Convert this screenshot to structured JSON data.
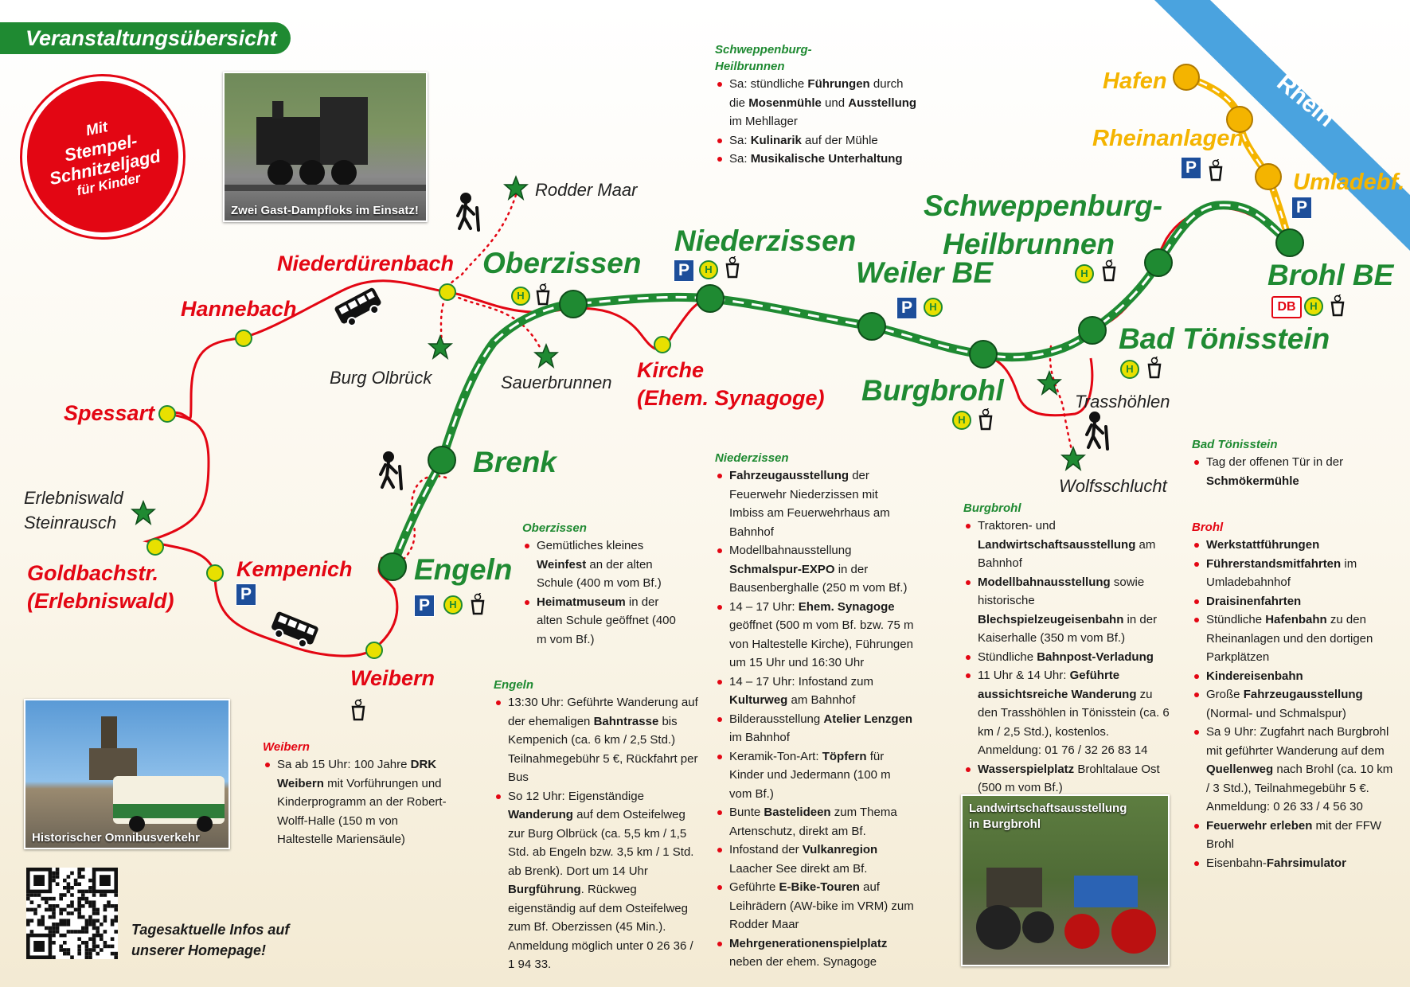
{
  "header": {
    "title": "Veranstaltungsübersicht"
  },
  "stamp": {
    "lines": [
      "Mit",
      "Stempel-",
      "Schnitzeljagd",
      "für Kinder"
    ]
  },
  "photos": {
    "steam": "Zwei Gast-Dampfloks im Einsatz!",
    "bus": "Historischer Omnibusverkehr",
    "tractor_1": "Landwirtschaftsausstellung",
    "tractor_2": "in Burgbrohl"
  },
  "river": {
    "name": "Rhein"
  },
  "stations_green": {
    "oberzissen": "Oberzissen",
    "niederzissen": "Niederzissen",
    "weiler": "Weiler BE",
    "schwepp_1": "Schweppenburg-",
    "schwepp_2": "Heilbrunnen",
    "brohl": "Brohl BE",
    "bad_toenisstein": "Bad Tönisstein",
    "burgbrohl": "Burgbrohl",
    "brenk": "Brenk",
    "engeln": "Engeln"
  },
  "stations_yellow": {
    "hafen": "Hafen",
    "rheinanlagen": "Rheinanlagen",
    "umladebf": "Umladebf."
  },
  "stops_red": {
    "niederduerenbach": "Niederdürenbach",
    "hannebach": "Hannebach",
    "spessart": "Spessart",
    "goldbach_1": "Goldbachstr.",
    "goldbach_2": "(Erlebniswald)",
    "kempenich": "Kempenich",
    "weibern": "Weibern",
    "kirche_1": "Kirche",
    "kirche_2": "(Ehem. Synagoge)"
  },
  "sights": {
    "rodder_maar": "Rodder Maar",
    "burg_olbrueck": "Burg Olbrück",
    "sauerbrunnen": "Sauerbrunnen",
    "erlebniswald_1": "Erlebniswald",
    "erlebniswald_2": "Steinrausch",
    "trasshoehlen": "Trasshöhlen",
    "wolfsschlucht": "Wolfsschlucht"
  },
  "symbols": {
    "parking": "P",
    "bus_stop": "H",
    "db": "DB"
  },
  "colors": {
    "green": "#1f8a32",
    "red": "#e30613",
    "yellow": "#f4b400",
    "river": "#4aa3df",
    "parking": "#1d4e9a",
    "bus_stop": "#e8e000"
  },
  "info": {
    "schweppenburg": {
      "title": "Schweppenburg-\nHeilbrunnen",
      "items": [
        [
          [
            "Sa: stündliche ",
            0
          ],
          [
            "Führungen",
            1
          ],
          [
            " durch die ",
            0
          ],
          [
            "Mosenmühle",
            1
          ],
          [
            " und ",
            0
          ],
          [
            "Ausstellung",
            1
          ],
          [
            " im Mehllager",
            0
          ]
        ],
        [
          [
            "Sa: ",
            0
          ],
          [
            "Kulinarik",
            1
          ],
          [
            " auf der Mühle",
            0
          ]
        ],
        [
          [
            "Sa: ",
            0
          ],
          [
            "Musikalische Unterhaltung",
            1
          ]
        ]
      ]
    },
    "oberzissen": {
      "title": "Oberzissen",
      "items": [
        [
          [
            "Gemütliches kleines ",
            0
          ],
          [
            "Weinfest",
            1
          ],
          [
            " an der alten Schule (400 m vom Bf.)",
            0
          ]
        ],
        [
          [
            "Heimatmuseum",
            1
          ],
          [
            " in der alten Schule geöffnet (400 m vom Bf.)",
            0
          ]
        ]
      ]
    },
    "engeln": {
      "title": "Engeln",
      "items": [
        [
          [
            "13:30 Uhr: Geführte Wanderung auf der ehemaligen ",
            0
          ],
          [
            "Bahntrasse",
            1
          ],
          [
            " bis Kempenich (ca. 6 km / 2,5 Std.) Teilnahmegebühr 5 €, Rückfahrt per Bus",
            0
          ]
        ],
        [
          [
            "So 12 Uhr: Eigenständige ",
            0
          ],
          [
            "Wanderung",
            1
          ],
          [
            " auf dem Osteifelweg zur Burg Olbrück (ca. 5,5 km / 1,5 Std. ab Engeln bzw. 3,5 km / 1 Std. ab Brenk). Dort um 14 Uhr ",
            0
          ],
          [
            "Burgführung",
            1
          ],
          [
            ". Rückweg eigenständig auf dem Osteifelweg zum Bf. Oberzissen (45 Min.). Anmeldung möglich unter 0 26 36 / 1 94 33.",
            0
          ]
        ]
      ]
    },
    "weibern": {
      "title": "Weibern",
      "items": [
        [
          [
            "Sa ab 15 Uhr: 100 Jahre ",
            0
          ],
          [
            "DRK Weibern",
            1
          ],
          [
            " mit Vorführungen und Kinderprogramm an der Robert-Wolff-Halle (150 m von Haltestelle Mariensäule)",
            0
          ]
        ]
      ]
    },
    "niederzissen": {
      "title": "Niederzissen",
      "items": [
        [
          [
            "Fahrzeugausstellung",
            1
          ],
          [
            " der Feuerwehr Niederzissen mit Imbiss am Feuerwehrhaus am Bahnhof",
            0
          ]
        ],
        [
          [
            "Modellbahnausstellung ",
            0
          ],
          [
            "Schmalspur-EXPO",
            1
          ],
          [
            " in der Bausenberghalle (250 m vom Bf.)",
            0
          ]
        ],
        [
          [
            "14 – 17 Uhr: ",
            0
          ],
          [
            "Ehem. Synagoge",
            1
          ],
          [
            " geöffnet (500 m vom Bf. bzw. 75 m von Haltestelle Kirche), Führungen um 15 Uhr und 16:30 Uhr",
            0
          ]
        ],
        [
          [
            "14 – 17 Uhr: Infostand zum ",
            0
          ],
          [
            "Kulturweg",
            1
          ],
          [
            " am Bahnhof",
            0
          ]
        ],
        [
          [
            "Bilderausstellung ",
            0
          ],
          [
            "Atelier Lenzgen",
            1
          ],
          [
            " im Bahnhof",
            0
          ]
        ],
        [
          [
            "Keramik-Ton-Art: ",
            0
          ],
          [
            "Töpfern",
            1
          ],
          [
            " für Kinder und Jedermann (100 m vom Bf.)",
            0
          ]
        ],
        [
          [
            "Bunte ",
            0
          ],
          [
            "Bastelideen",
            1
          ],
          [
            " zum Thema Artenschutz, direkt am Bf.",
            0
          ]
        ],
        [
          [
            "Infostand der ",
            0
          ],
          [
            "Vulkanregion",
            1
          ],
          [
            " Laacher See direkt am Bf.",
            0
          ]
        ],
        [
          [
            "Geführte ",
            0
          ],
          [
            "E-Bike-Touren",
            1
          ],
          [
            " auf Leihrädern (AW-bike im VRM) zum Rodder Maar",
            0
          ]
        ],
        [
          [
            "Mehrgenerationenspielplatz",
            1
          ],
          [
            " neben der ehem. Synagoge",
            0
          ]
        ]
      ]
    },
    "burgbrohl": {
      "title": "Burgbrohl",
      "items": [
        [
          [
            "Traktoren- und ",
            0
          ],
          [
            "Landwirtschaftsausstellung",
            1
          ],
          [
            " am Bahnhof",
            0
          ]
        ],
        [
          [
            "Modellbahnausstellung",
            1
          ],
          [
            " sowie historische ",
            0
          ],
          [
            "Blechspielzeugeisenbahn",
            1
          ],
          [
            " in der Kaiserhalle (350 m vom Bf.)",
            0
          ]
        ],
        [
          [
            "Stündliche ",
            0
          ],
          [
            "Bahnpost-Verladung",
            1
          ]
        ],
        [
          [
            "11 Uhr & 14 Uhr: ",
            0
          ],
          [
            "Geführte aussichtsreiche Wanderung",
            1
          ],
          [
            " zu den Trasshöhlen in Tönisstein (ca. 6 km / 2,5 Std.), kostenlos. Anmeldung: 01 76 / 32 26 83 14",
            0
          ]
        ],
        [
          [
            "Wasserspielplatz",
            1
          ],
          [
            " Brohltalaue Ost (500 m vom Bf.)",
            0
          ]
        ]
      ]
    },
    "bad_toenisstein": {
      "title": "Bad Tönisstein",
      "items": [
        [
          [
            "Tag der offenen Tür in der ",
            0
          ],
          [
            "Schmökermühle",
            1
          ]
        ]
      ]
    },
    "brohl": {
      "title": "Brohl",
      "items": [
        [
          [
            "Werkstattführungen",
            1
          ]
        ],
        [
          [
            "Führerstandsmitfahrten",
            1
          ],
          [
            " im Umladebahnhof",
            0
          ]
        ],
        [
          [
            "Draisinenfahrten",
            1
          ]
        ],
        [
          [
            "Stündliche ",
            0
          ],
          [
            "Hafenbahn",
            1
          ],
          [
            " zu den Rheinanlagen und den dortigen Parkplätzen",
            0
          ]
        ],
        [
          [
            "Kindereisenbahn",
            1
          ]
        ],
        [
          [
            "Große ",
            0
          ],
          [
            "Fahrzeugausstellung",
            1
          ],
          [
            " (Normal- und Schmalspur)",
            0
          ]
        ],
        [
          [
            "Sa 9 Uhr: Zugfahrt nach Burgbrohl mit geführter Wanderung auf dem ",
            0
          ],
          [
            "Quellenweg",
            1
          ],
          [
            " nach Brohl (ca. 10 km / 3 Std.), Teilnahmegebühr 5 €. Anmeldung: 0 26 33 / 4 56 30",
            0
          ]
        ],
        [
          [
            "Feuerwehr erleben",
            1
          ],
          [
            " mit der FFW Brohl",
            0
          ]
        ],
        [
          [
            "Eisenbahn-",
            0
          ],
          [
            "Fahrsimulator",
            1
          ]
        ]
      ]
    }
  },
  "footer": {
    "homepage_1": "Tagesaktuelle Infos auf",
    "homepage_2": "unserer Homepage!"
  }
}
